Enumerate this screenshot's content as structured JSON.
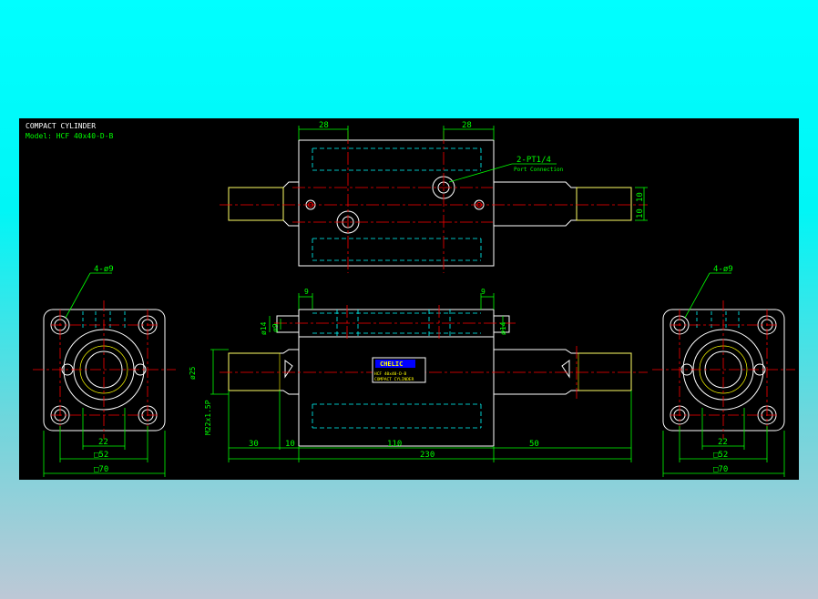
{
  "title_block": {
    "title": "COMPACT CYLINDER",
    "model": "Model: HCF 40x40-D-B"
  },
  "colors": {
    "background_top": "#00ffff",
    "background_bottom": "#bdc8d6",
    "canvas": "#000000",
    "outline": "#ffffff",
    "hidden_line": "#00ffff",
    "center_line": "#ff0000",
    "dimension": "#00ff00",
    "nameplate": "#0000ff",
    "brand_text": "#ffff00"
  },
  "top_view": {
    "dim_left": "28",
    "dim_right": "28",
    "port_callout": "2-PT1/4",
    "port_note": "Port Connection",
    "rod_dim_a": "10",
    "rod_dim_b": "10"
  },
  "front_view": {
    "dim_left_9": "9",
    "dim_right_9": "9",
    "phi14_left": "ø14",
    "phi9": "ø9",
    "phi14_right": "ø14",
    "phi25": "ø25",
    "thread": "M22x1.5P",
    "dim_30": "30",
    "dim_10": "10",
    "dim_110": "110",
    "dim_50": "50",
    "dim_230": "230",
    "nameplate_brand": "CHELIC",
    "nameplate_line1": "HCF 40x40-D-B",
    "nameplate_line2": "COMPACT CYLINDER"
  },
  "left_end_view": {
    "holes": "4-ø9",
    "dim_22": "22",
    "dim_52": "□52",
    "dim_70": "□70"
  },
  "right_end_view": {
    "holes": "4-ø9",
    "dim_22": "22",
    "dim_52": "□52",
    "dim_70": "□70"
  }
}
